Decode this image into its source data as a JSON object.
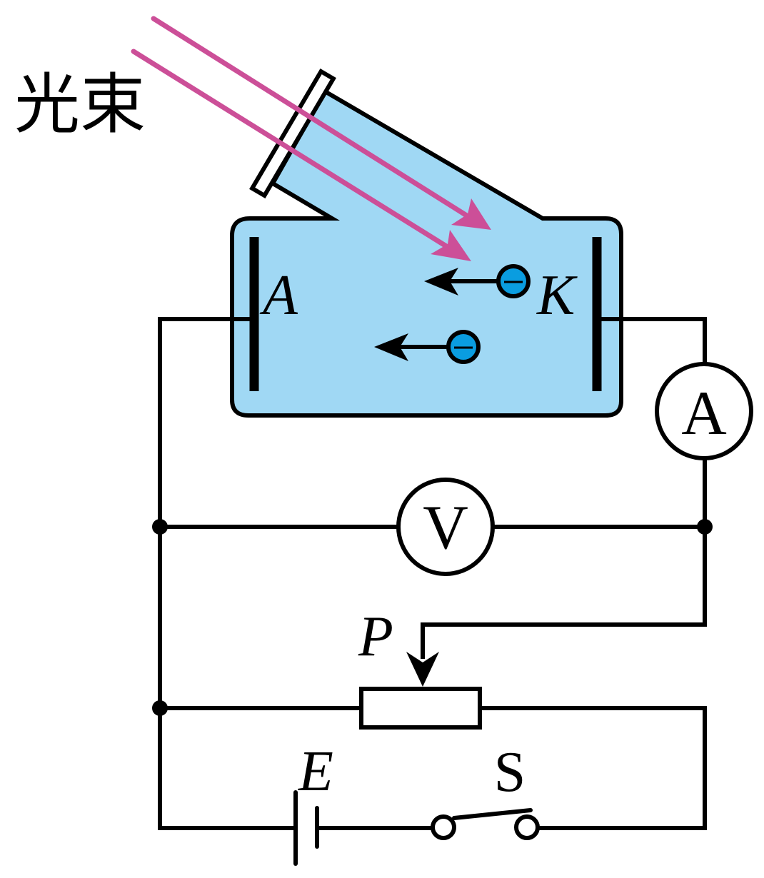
{
  "diagram": {
    "title": "光电效应实验电路",
    "labels": {
      "light_beam": "光束",
      "anode": "A",
      "cathode": "K",
      "ammeter": "A",
      "voltmeter": "V",
      "slider": "P",
      "battery": "E",
      "switch": "S",
      "electron_sign": "−"
    },
    "colors": {
      "tube_fill": "#a0d8f4",
      "light_ray": "#cc4f98",
      "electron": "#0a9de0",
      "wire": "#000000"
    },
    "components": [
      "photoelectric tube",
      "anode A",
      "cathode K",
      "ammeter",
      "voltmeter",
      "rheostat with slider P",
      "battery E",
      "switch S"
    ],
    "electron_count": 2,
    "light_ray_count": 2,
    "switch_state": "open"
  }
}
